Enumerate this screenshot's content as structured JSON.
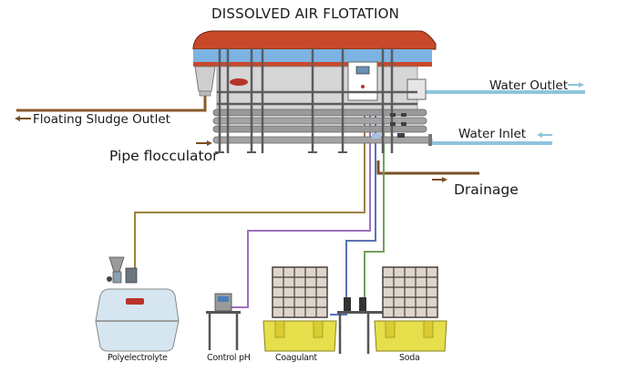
{
  "title": "DISSOLVED AIR FLOTATION",
  "labels": {
    "floating_sludge_outlet": "Floating Sludge Outlet",
    "pipe_flocculator": "Pipe flocculator",
    "water_outlet": "Water Outlet",
    "water_inlet": "Water Inlet",
    "drainage": "Drainage",
    "polyelectrolyte": "Polyelectrolyte",
    "control_ph": "Control pH",
    "coagulant": "Coagulant",
    "soda": "Soda"
  },
  "flows": [
    {
      "name": "floating-sludge-outlet",
      "direction": "out",
      "color": "#8a5a2b"
    },
    {
      "name": "pipe-flocculator",
      "direction": "in",
      "color": "#8a5a2b"
    },
    {
      "name": "water-outlet",
      "direction": "out",
      "color": "#8fc4dc"
    },
    {
      "name": "water-inlet",
      "direction": "in",
      "color": "#8fc4dc"
    },
    {
      "name": "drainage",
      "direction": "out",
      "color": "#7a4f25"
    }
  ],
  "dosing_lines": [
    {
      "name": "polyelectrolyte-line",
      "color": "#9c8240"
    },
    {
      "name": "control-ph-line",
      "color": "#a070c0"
    },
    {
      "name": "coagulant-line",
      "color": "#5b72b5"
    },
    {
      "name": "soda-line",
      "color": "#6fa05a"
    }
  ],
  "colors": {
    "roof": "#c8492a",
    "water_band": "#7db3e3",
    "tank_body": "#d4d4d4",
    "frame": "#6a6a6a",
    "pipes": "#9a9a9a",
    "ibc_tank": "#ddd6cc",
    "bund": "#e6de4a",
    "poly_tank": "#d6e6f0"
  }
}
